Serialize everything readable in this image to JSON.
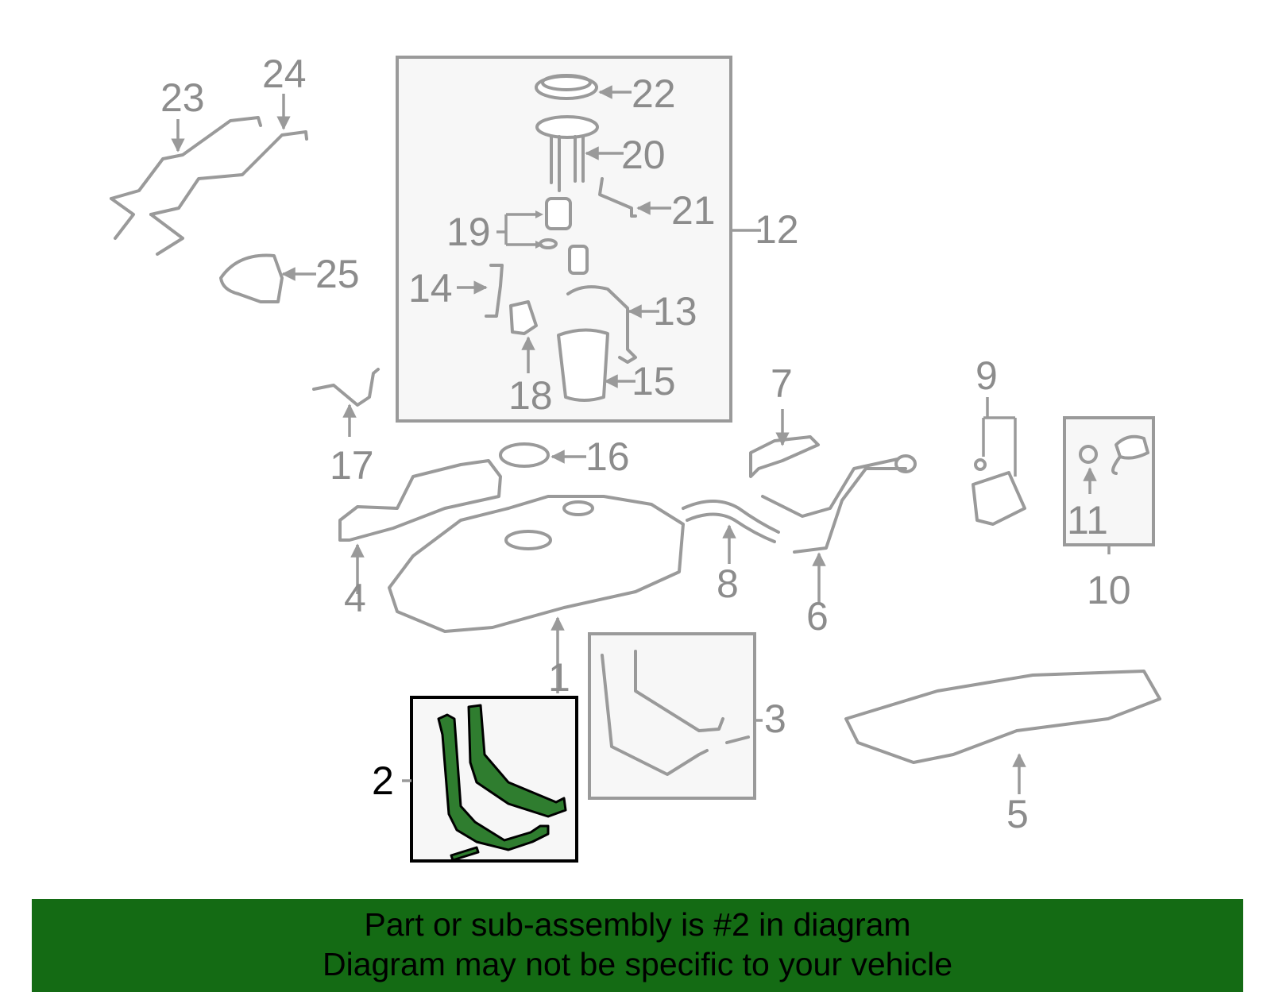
{
  "callouts": {
    "c1": "1",
    "c2": "2",
    "c3": "3",
    "c4": "4",
    "c5": "5",
    "c6": "6",
    "c7": "7",
    "c8": "8",
    "c9": "9",
    "c10": "10",
    "c11": "11",
    "c12": "12",
    "c13": "13",
    "c14": "14",
    "c15": "15",
    "c16": "16",
    "c17": "17",
    "c18": "18",
    "c19": "19",
    "c20": "20",
    "c21": "21",
    "c22": "22",
    "c23": "23",
    "c24": "24",
    "c25": "25"
  },
  "highlighted_part": "2",
  "colors": {
    "highlight": "#2f7d2f",
    "banner": "#146b14",
    "parts": "#9a9a9a"
  },
  "banner": {
    "line1": "Part or sub-assembly is #2 in diagram",
    "line2": "Diagram may not be specific to your vehicle"
  }
}
